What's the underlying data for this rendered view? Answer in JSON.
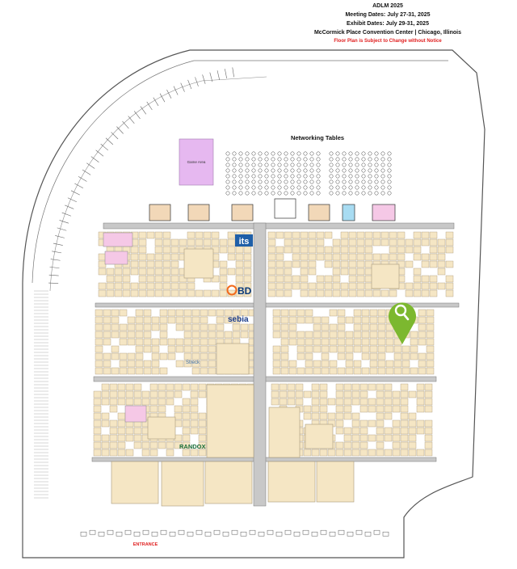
{
  "header": {
    "event": "ADLM 2025",
    "meeting_dates": "Meeting Dates: July 27-31, 2025",
    "exhibit_dates": "Exhibit Dates: July 29-31, 2025",
    "venue": "McCormick Place Convention Center | Chicago, Illinois",
    "notice": "Floor Plan is Subject to Change without Notice"
  },
  "areas": {
    "networking": "Networking Tables",
    "game_area": "Game Area",
    "entrance": "ENTRANCE"
  },
  "brands": {
    "bd": "BD",
    "sebia": "sebia",
    "randox": "RANDOX",
    "its": "its",
    "streck": "Streck"
  },
  "colors": {
    "booth": "#f5e6c4",
    "booth_border": "#a89a7a",
    "aisle": "#c8c8c8",
    "pink": "#f5c8e6",
    "game": "#e6b8f0",
    "theater": "#f2d8b8",
    "pin": "#7cb82f",
    "entrance": "#e02020"
  },
  "search_pin": {
    "icon": "magnifier-icon"
  }
}
